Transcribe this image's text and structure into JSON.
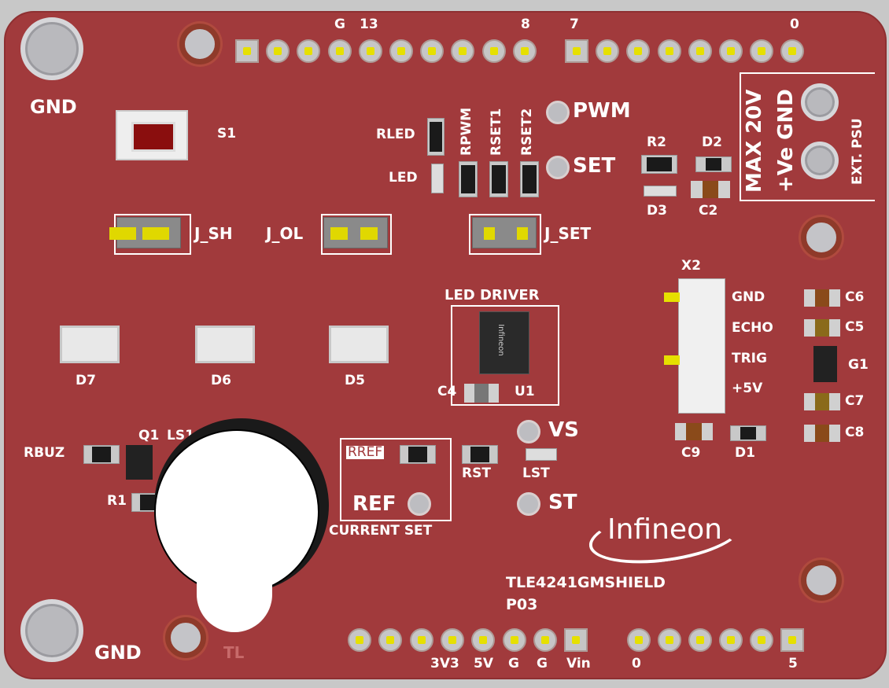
{
  "board": {
    "name": "TLE4241GMSHIELD",
    "revision": "P03",
    "logo": "Infineon",
    "faint_text": "TL"
  },
  "labels": {
    "gnd_top": "GND",
    "gnd_bottom": "GND",
    "s1": "S1",
    "rled": "RLED",
    "led": "LED",
    "rpwm": "RPWM",
    "rset1": "RSET1",
    "rset2": "RSET2",
    "pwm": "PWM",
    "set": "SET",
    "r2": "R2",
    "d2": "D2",
    "d3": "D3",
    "c2": "C2",
    "max20v": "MAX 20V",
    "ve_gnd": "+Ve GND",
    "ext_psu": "EXT. PSU",
    "j_sh": "J_SH",
    "j_ol": "J_OL",
    "j_set": "J_SET",
    "led_driver": "LED DRIVER",
    "x2": "X2",
    "x2_gnd": "GND",
    "x2_echo": "ECHO",
    "x2_trig": "TRIG",
    "x2_5v": "+5V",
    "c6": "C6",
    "c5": "C5",
    "g1": "G1",
    "c7": "C7",
    "c8": "C8",
    "c9": "C9",
    "d1": "D1",
    "d7": "D7",
    "d6": "D6",
    "d5": "D5",
    "c4": "C4",
    "u1": "U1",
    "vs": "VS",
    "st": "ST",
    "rbuz": "RBUZ",
    "q1": "Q1",
    "ls1": "LS1",
    "r1": "R1",
    "rref": "RREF",
    "rst": "RST",
    "lst": "LST",
    "ref": "REF",
    "current_set": "CURRENT SET",
    "chip_marking": "Infineon"
  },
  "header_top": {
    "g": "G",
    "p13": "13",
    "p8": "8",
    "p7": "7",
    "p0": "0"
  },
  "header_bottom": {
    "v33": "3V3",
    "v5": "5V",
    "g1": "G",
    "g2": "G",
    "vin": "Vin",
    "p0": "0",
    "p5": "5"
  },
  "colors": {
    "pcb": "#a13a3c",
    "silkscreen": "#ffffff",
    "pin": "#e6e000"
  }
}
